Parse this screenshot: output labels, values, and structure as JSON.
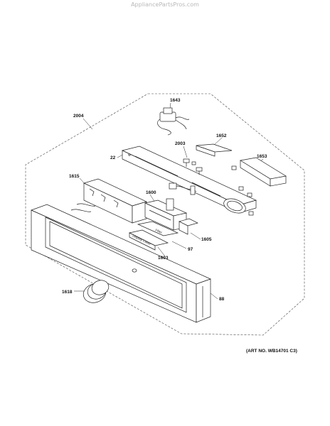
{
  "watermark": "AppliancePartsPros.com",
  "art_number": "(ART NO. WB14701 C3)",
  "callouts": {
    "c2004": "2004",
    "c1643": "1643",
    "c1652": "1652",
    "c2003": "2003",
    "c22": "22",
    "c1653": "1653",
    "c1615": "1615",
    "c1600": "1600",
    "c1605": "1605",
    "c97": "97",
    "c1603": "1603",
    "c1618": "1618",
    "c88": "88"
  },
  "labels": {
    "display_cover": "Display Cover",
    "filter": "Filter"
  }
}
